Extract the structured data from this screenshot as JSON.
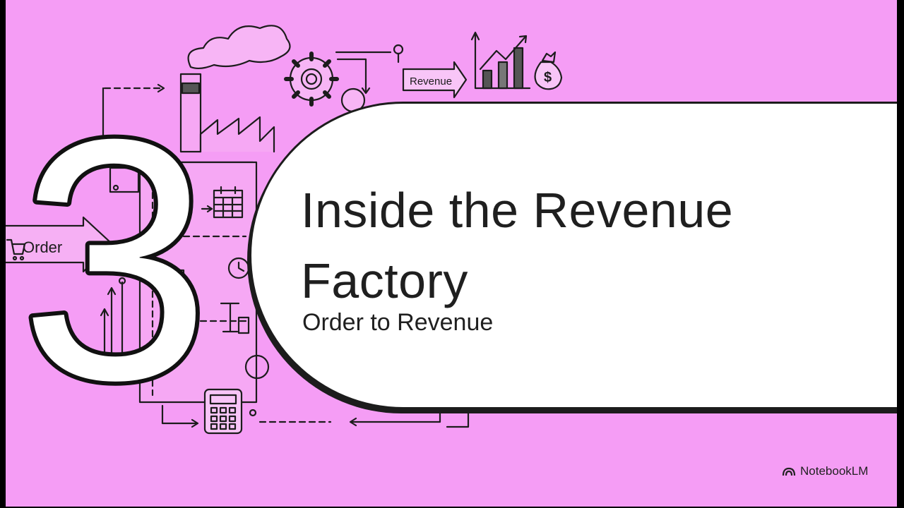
{
  "slide": {
    "number": "3",
    "title": "Inside the Revenue Factory",
    "subtitle": "Order to Revenue",
    "background_color": "#f59df5",
    "card_color": "#ffffff"
  },
  "illustration": {
    "order_label": "Order",
    "revenue_label": "Revenue",
    "icons": [
      "cloud-icon",
      "factory-icon",
      "gear-icon",
      "pin-icon",
      "bar-chart-icon",
      "money-bag-icon",
      "shopping-cart-icon",
      "calendar-icon",
      "calculator-icon",
      "clock-icon",
      "checklist-icon"
    ]
  },
  "branding": {
    "name": "NotebookLM",
    "icon": "notebooklm-logo-icon"
  }
}
